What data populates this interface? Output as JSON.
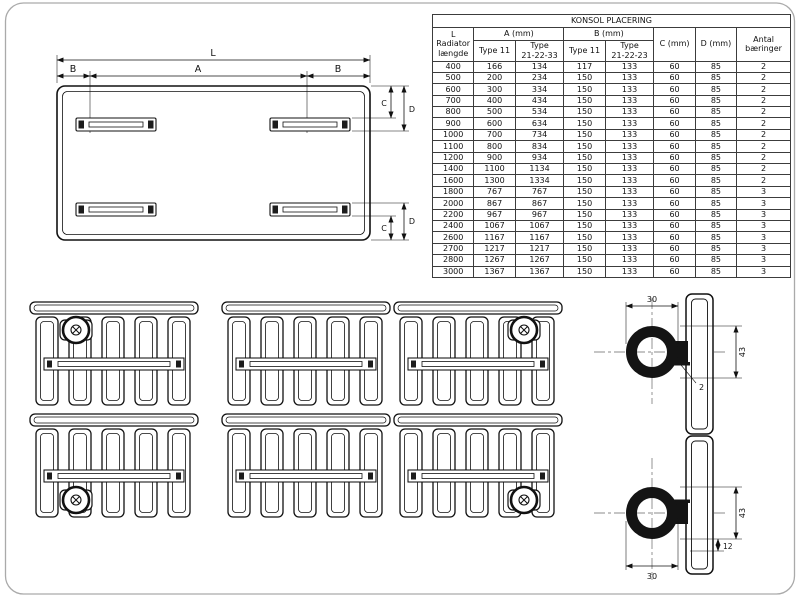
{
  "colors": {
    "background": "#ffffff",
    "line": "#111111",
    "frame": "#aaaaaa"
  },
  "top_view": {
    "dims": {
      "l": "L",
      "a": "A",
      "b": "B",
      "c": "C",
      "d": "D"
    }
  },
  "table": {
    "title": "KONSOL PLACERING",
    "headers": {
      "length": "L\nRadiator\nlængde",
      "group_a": "A (mm)",
      "group_b": "B (mm)",
      "group_c": "C (mm)",
      "group_d": "D (mm)",
      "antal": "Antal\nbæringer",
      "a_type_11": "Type 11",
      "a_type_21_22_33": "Type\n21-22-33",
      "b_type_11": "Type 11",
      "b_type_21_22_23": "Type\n21-22-23"
    },
    "rows": [
      [
        400,
        166,
        134,
        117,
        133,
        60,
        85,
        2
      ],
      [
        500,
        200,
        234,
        150,
        133,
        60,
        85,
        2
      ],
      [
        600,
        300,
        334,
        150,
        133,
        60,
        85,
        2
      ],
      [
        700,
        400,
        434,
        150,
        133,
        60,
        85,
        2
      ],
      [
        800,
        500,
        534,
        150,
        133,
        60,
        85,
        2
      ],
      [
        900,
        600,
        634,
        150,
        133,
        60,
        85,
        2
      ],
      [
        1000,
        700,
        734,
        150,
        133,
        60,
        85,
        2
      ],
      [
        1100,
        800,
        834,
        150,
        133,
        60,
        85,
        2
      ],
      [
        1200,
        900,
        934,
        150,
        133,
        60,
        85,
        2
      ],
      [
        1400,
        1100,
        1134,
        150,
        133,
        60,
        85,
        2
      ],
      [
        1600,
        1300,
        1334,
        150,
        133,
        60,
        85,
        2
      ],
      [
        1800,
        767,
        767,
        150,
        133,
        60,
        85,
        3
      ],
      [
        2000,
        867,
        867,
        150,
        133,
        60,
        85,
        3
      ],
      [
        2200,
        967,
        967,
        150,
        133,
        60,
        85,
        3
      ],
      [
        2400,
        1067,
        1067,
        150,
        133,
        60,
        85,
        3
      ],
      [
        2600,
        1167,
        1167,
        150,
        133,
        60,
        85,
        3
      ],
      [
        2700,
        1217,
        1217,
        150,
        133,
        60,
        85,
        3
      ],
      [
        2800,
        1267,
        1267,
        150,
        133,
        60,
        85,
        3
      ],
      [
        3000,
        1367,
        1367,
        150,
        133,
        60,
        85,
        3
      ]
    ]
  },
  "details": {
    "top": {
      "width": "30",
      "height": "43",
      "lip": "2"
    },
    "bottom": {
      "width": "30",
      "height": "43",
      "step": "12"
    }
  }
}
